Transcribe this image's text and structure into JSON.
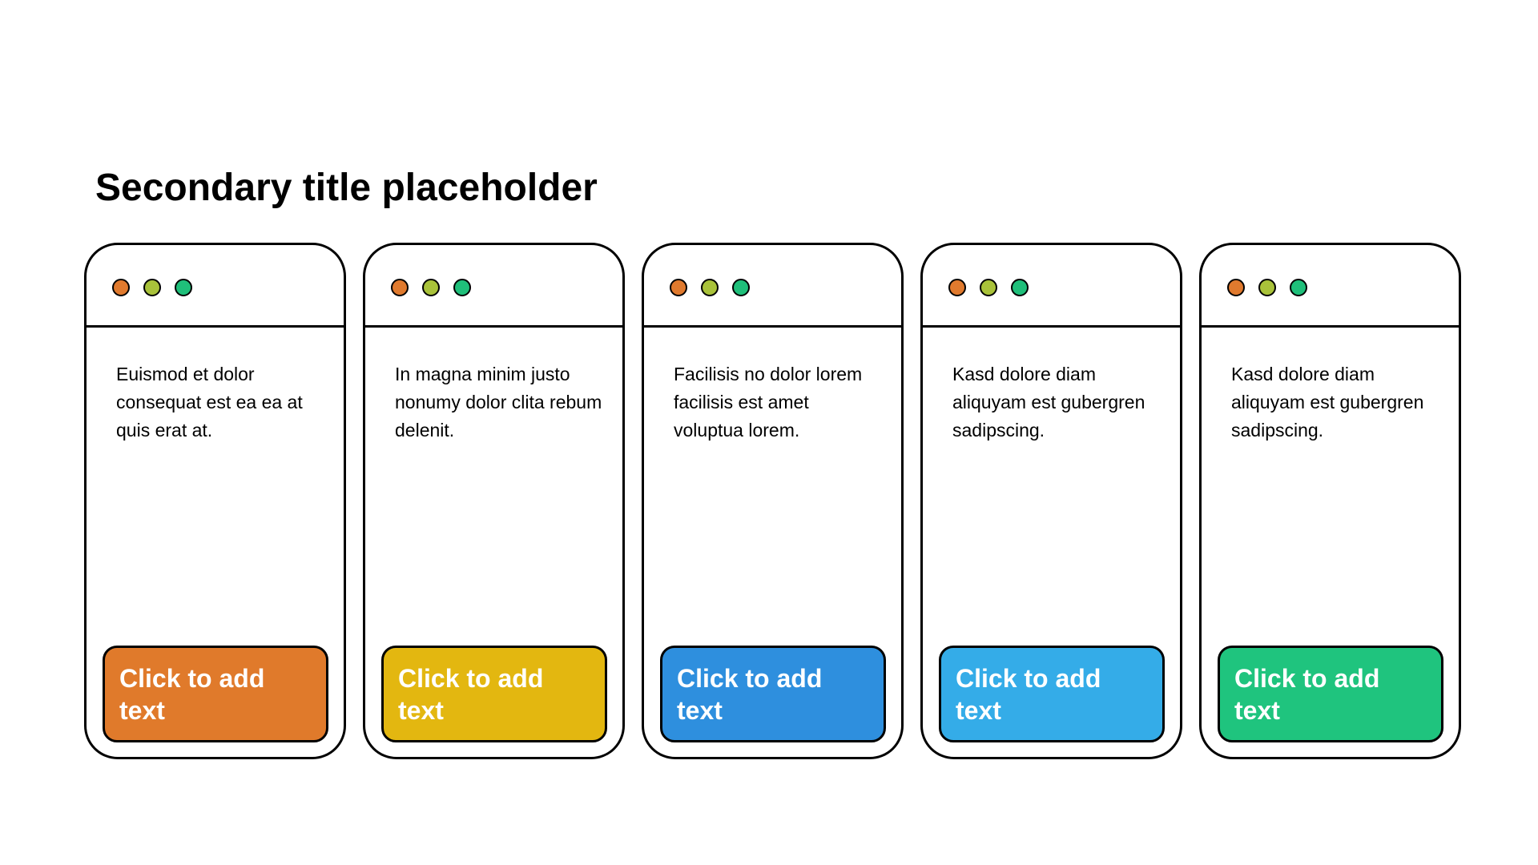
{
  "slide": {
    "title": "Secondary title placeholder"
  },
  "colors": {
    "dot_orange": "#E07A2E",
    "dot_lime": "#A9C23A",
    "dot_green": "#1FBF7A"
  },
  "cards": [
    {
      "body": "Euismod et dolor consequat est ea ea at quis erat at.",
      "button_label": "Click to add text",
      "button_color": "#E07A2B"
    },
    {
      "body": "In magna minim justo nonumy dolor clita rebum delenit.",
      "button_label": "Click to add text",
      "button_color": "#E3B710"
    },
    {
      "body": "Facilisis no dolor lorem facilisis est amet voluptua lorem.",
      "button_label": "Click to add text",
      "button_color": "#2E8FDE"
    },
    {
      "body": "Kasd dolore diam aliquyam est gubergren sadipscing.",
      "button_label": "Click to add text",
      "button_color": "#34ACE8"
    },
    {
      "body": "Kasd dolore diam aliquyam est gubergren sadipscing.",
      "button_label": "Click to add text",
      "button_color": "#1FC47E"
    }
  ]
}
